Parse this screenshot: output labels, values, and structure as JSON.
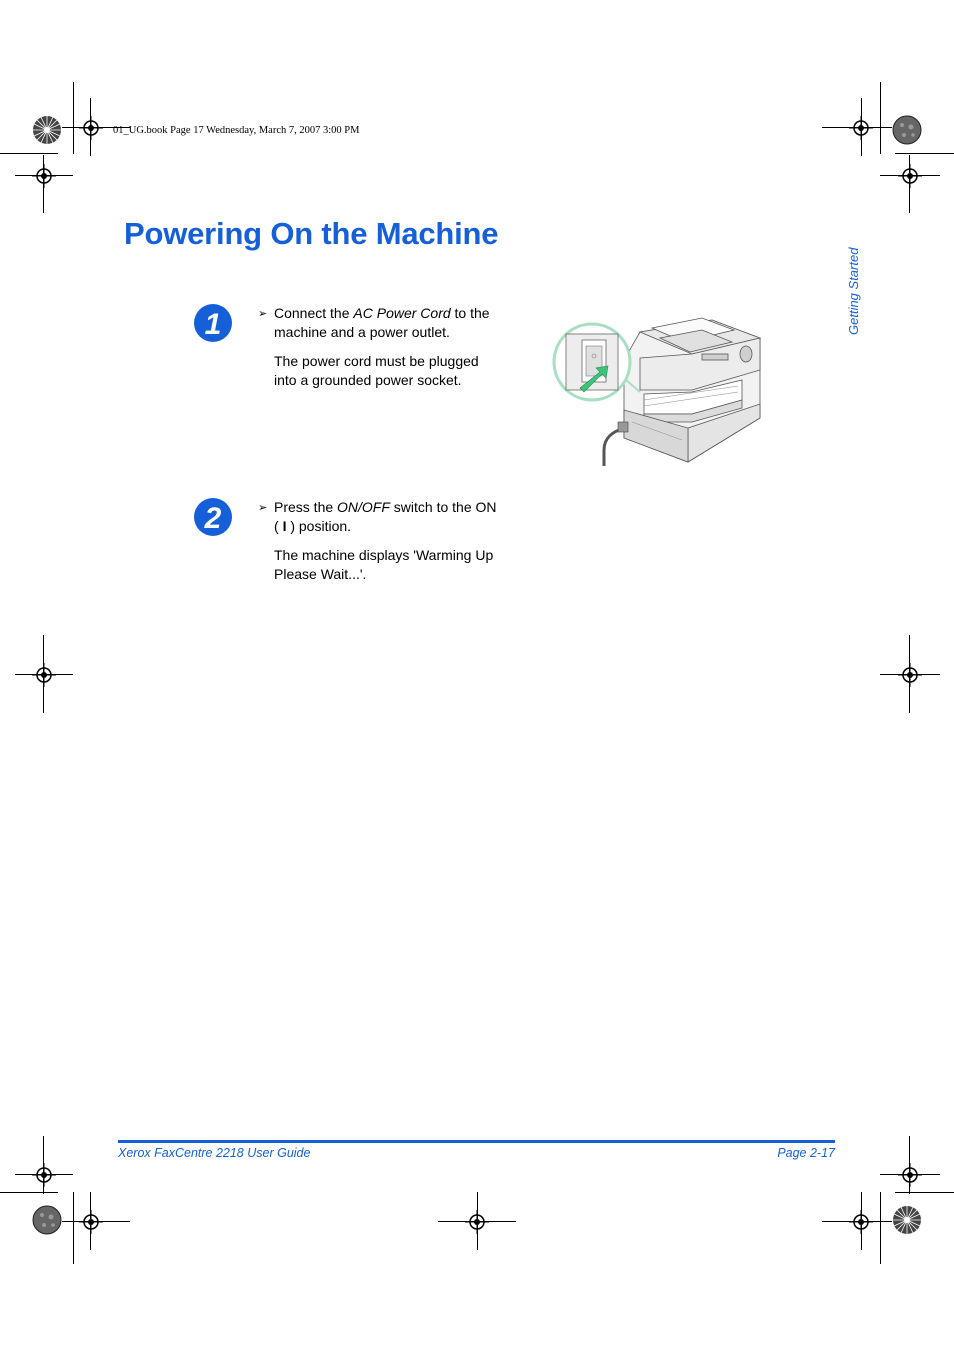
{
  "header": {
    "stamp": "01_UG.book  Page 17  Wednesday, March 7, 2007  3:00 PM"
  },
  "page": {
    "title": "Powering On the Machine",
    "side_tab": "Getting Started"
  },
  "steps": [
    {
      "number": "1",
      "instruction_before": "Connect the ",
      "instruction_em": "AC Power Cord",
      "instruction_after": " to the machine and a power outlet.",
      "note": "The power cord must be plugged into a grounded power socket."
    },
    {
      "number": "2",
      "instruction_before": "Press the ",
      "instruction_em": "ON/OFF",
      "instruction_mid": " switch to the ON ( ",
      "instruction_symbol": "I",
      "instruction_after": " ) position.",
      "note": "The machine displays 'Warming Up Please Wait...'."
    }
  ],
  "footer": {
    "left": "Xerox FaxCentre 2218 User Guide",
    "right": "Page 2-17"
  },
  "colors": {
    "accent": "#1560d8",
    "arrow_green": "#3ec47a",
    "step_badge": "#1560d8"
  },
  "icons": {
    "step_badge": "numbered-step-icon",
    "bullet": "triangle-bullet-icon",
    "registration": "registration-mark-icon",
    "starburst": "print-starburst-icon"
  }
}
